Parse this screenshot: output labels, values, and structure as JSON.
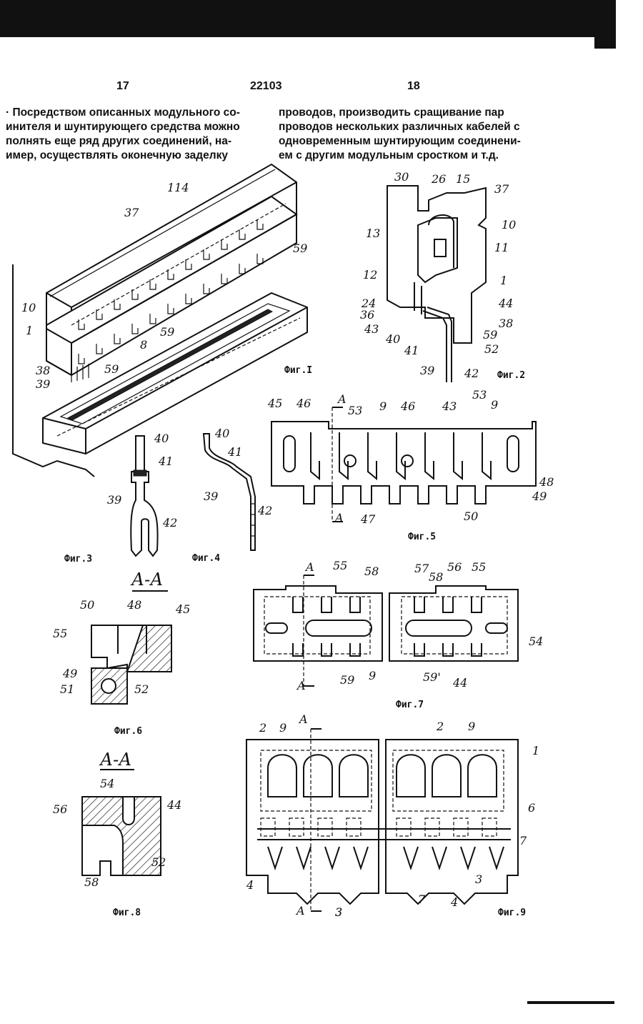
{
  "header": {
    "page_left": "17",
    "patent_number": "22103",
    "page_right": "18"
  },
  "text": {
    "left_lines": [
      "· Посредством описанных модульного со-",
      "инителя и шунтирующего средства можно",
      "полнять еще ряд других соединений, на-",
      "имер, осуществлять оконечную заделку"
    ],
    "right_lines": [
      "проводов, производить сращивание пар",
      "проводов нескольких различных кабелей с",
      "одновременным шунтирующим соединени-",
      "ем с другим модульным сростком и т.д."
    ]
  },
  "figures": {
    "fig1": {
      "caption": "Фиг.I",
      "labels": [
        "114",
        "37",
        "59",
        "10",
        "1",
        "59",
        "8",
        "38",
        "59",
        "39"
      ]
    },
    "fig2": {
      "caption": "Фиг.2",
      "labels": [
        "30",
        "26",
        "15",
        "37",
        "13",
        "10",
        "11",
        "12",
        "1",
        "24",
        "36",
        "43",
        "44",
        "38",
        "40",
        "41",
        "59",
        "52",
        "39",
        "42"
      ]
    },
    "fig3": {
      "caption": "Фиг.3",
      "labels": [
        "40",
        "41",
        "39",
        "42"
      ]
    },
    "fig4": {
      "caption": "Фиг.4",
      "labels": [
        "40",
        "41",
        "39",
        "42"
      ]
    },
    "fig5": {
      "caption": "Фиг.5",
      "labels": [
        "45",
        "46",
        "A",
        "53",
        "9",
        "46",
        "43",
        "53",
        "9",
        "48",
        "49",
        "A",
        "47",
        "50"
      ]
    },
    "fig6": {
      "caption": "Фиг.6",
      "section": "А-А",
      "labels": [
        "50",
        "48",
        "45",
        "55",
        "49",
        "51",
        "52"
      ]
    },
    "fig7": {
      "caption": "Фиг.7",
      "labels": [
        "A",
        "55",
        "58",
        "57",
        "58",
        "56",
        "55",
        "54",
        "A",
        "59",
        "9",
        "59'",
        "44"
      ]
    },
    "fig8": {
      "caption": "Фиг.8",
      "section": "А-А",
      "labels": [
        "54",
        "56",
        "44",
        "52",
        "58"
      ]
    },
    "fig9": {
      "caption": "Фиг.9",
      "labels": [
        "2",
        "9",
        "A",
        "2",
        "9",
        "1",
        "6",
        "7",
        "4",
        "3",
        "7",
        "4",
        "3",
        "A",
        "3"
      ]
    }
  }
}
